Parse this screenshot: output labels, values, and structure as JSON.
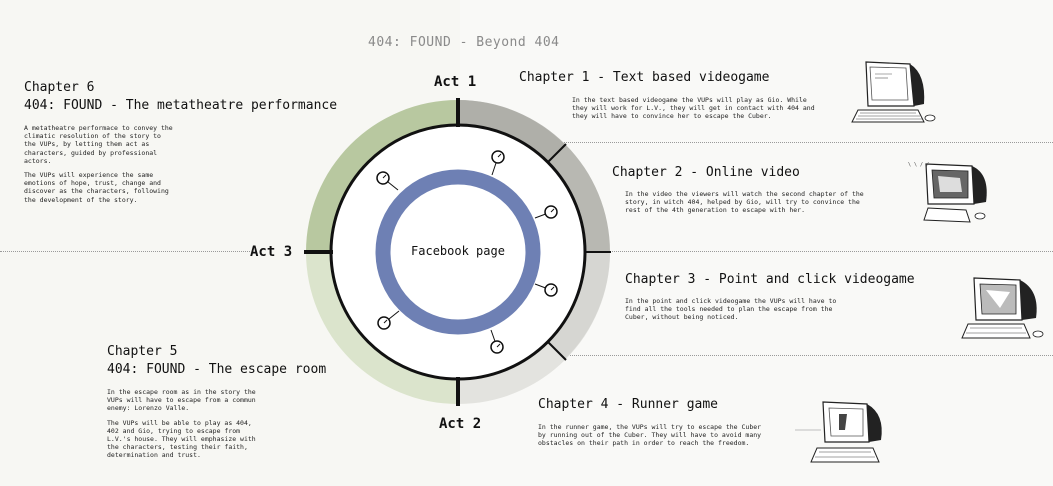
{
  "title": "404: FOUND - Beyond 404",
  "acts": {
    "act1": "Act 1",
    "act2": "Act 2",
    "act3": "Act 3"
  },
  "center_label": "Facebook page",
  "colors": {
    "act1_segment": "#b8b8b2",
    "act2_segment": "#e3e3df",
    "act3_upper_segment": "#b8c8a0",
    "act3_lower_segment": "#dbe4cc",
    "inner_ring": "#6e80b4",
    "dividers": "#111111"
  },
  "chapters": [
    {
      "title": "Chapter 1 - Text based videogame",
      "desc": "In the text based videogame the VUPs will play as Gio. While they will work for L.V., they will get in contact with 404 and they will have to convince her to escape the Cuber."
    },
    {
      "title": "Chapter 2 - Online video",
      "desc": "In the video the viewers will watch the second chapter of the story, in witch 404, helped by Gio, will try to convince the rest of the 4th generation to escape with her."
    },
    {
      "title": "Chapter 3 - Point and click videogame",
      "desc": "In the point and click videogame the VUPs will have to find all the tools needed to plan the escape from the Cuber, without being noticed."
    },
    {
      "title": "Chapter 4 - Runner game",
      "desc": "In the runner game, the VUPs will try to escape the Cuber by running out of the Cuber. They will have to avoid many obstacles on their path in order to reach the freedom."
    },
    {
      "title": "Chapter 5",
      "subtitle": "404: FOUND - The escape room",
      "desc1": "In the escape room as in the story the VUPs will have to escape from a commun enemy: Lorenzo Valle.",
      "desc2": "The VUPs will be able to play as 404, 402 and Gio, trying to escape from L.V.'s house. They will emphasize with the characters, testing their faith, determination and trust."
    },
    {
      "title": "Chapter 6",
      "subtitle": "404: FOUND - The metatheatre performance",
      "desc1": "A metatheatre performace to convey the climatic resolution of the story to the VUPs, by letting them act as characters, guided by professional actors.",
      "desc2": "The VUPs will experience the same emotions of hope, trust, change and discover as the characters, following the development of the story."
    }
  ],
  "icons": [
    "computer-text-game-icon",
    "computer-video-icon",
    "computer-point-click-icon",
    "computer-runner-icon",
    "clock-icon"
  ]
}
